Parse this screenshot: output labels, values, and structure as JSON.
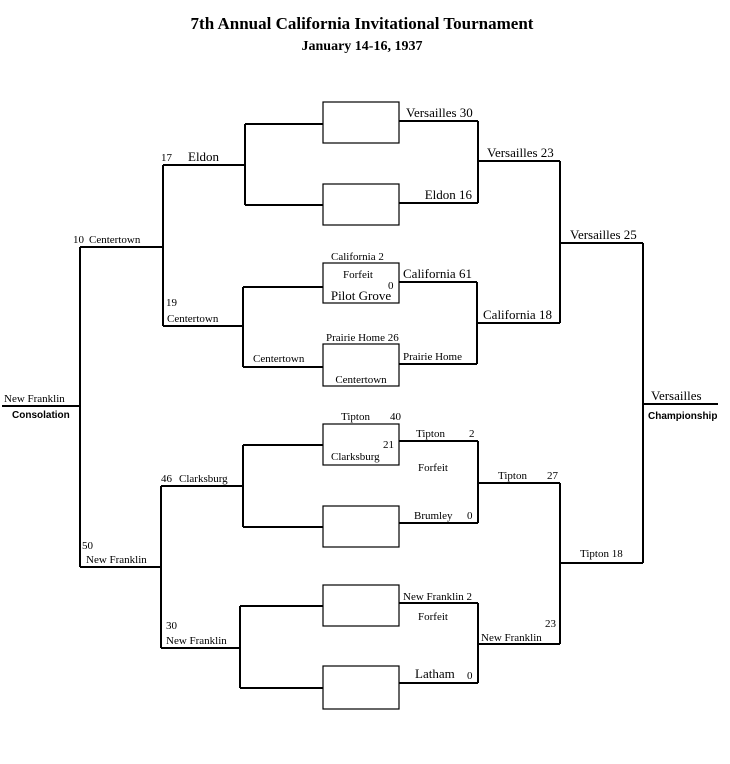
{
  "title": "7th Annual California Invitational Tournament",
  "dates": "January 14-16, 1937",
  "top_left": {
    "e1_seed": "17",
    "e1_name": "Eldon",
    "c1_seed": "10",
    "c1_name": "Centertown",
    "c2_seed": "19",
    "c2_name": "Centertown",
    "c3_name": "Centertown",
    "box_centertown": "Centertown"
  },
  "top_right": {
    "v1": "Versailles 30",
    "eldon": "Eldon  16",
    "v2": "Versailles 23",
    "v3": "Versailles 25",
    "cal_box_top": "California  2",
    "forfeit": "Forfeit",
    "pilot_score": "0",
    "pilot_name": "Pilot Grove",
    "cal_r1": "California  61",
    "cal_r2": "California  18",
    "ph_box_top": "Prairie Home 26",
    "ph_line": "Prairie Home"
  },
  "center": {
    "winner": "New Franklin",
    "consolation": "Consolation",
    "champion": "Versailles",
    "championship": "Championship"
  },
  "bottom_left": {
    "cl_seed": "46",
    "cl_name": "Clarksburg",
    "nf1_seed": "50",
    "nf1_name": "New Franklin",
    "nf2_seed": "30",
    "nf2_name": "New Franklin"
  },
  "bottom_right": {
    "tipton_box": "Tipton",
    "tipton_box_score": "40",
    "cl_box_score": "21",
    "cl_box_name": "Clarksburg",
    "t1": "Tipton",
    "t1_score": "2",
    "forfeit1": "Forfeit",
    "t2": "Tipton",
    "t2_score": "27",
    "brumley": "Brumley",
    "brumley_score": "0",
    "t3": "Tipton   18",
    "nf_box": "New Franklin  2",
    "forfeit2": "Forfeit",
    "nf_score": "23",
    "nf_name": "New Franklin",
    "latham": "Latham",
    "latham_score": "0"
  }
}
